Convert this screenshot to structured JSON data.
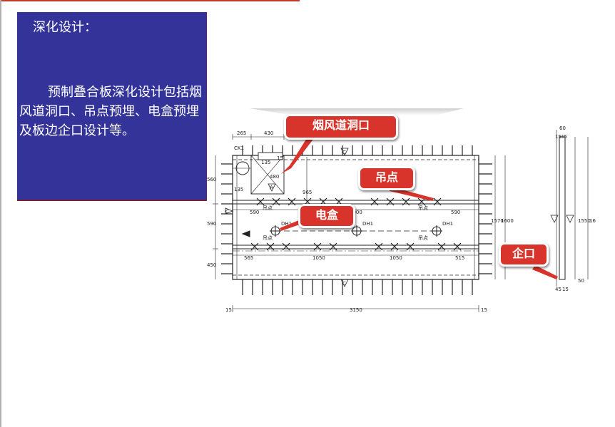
{
  "slide": {
    "heading": "深化设计：",
    "body": "预制叠合板深化设计包括烟风道洞口、吊点预埋、电盒预埋及板边企口设计等。"
  },
  "callouts": {
    "flue_opening": "烟风道洞口",
    "lifting_point": "吊点",
    "electrical_box": "电盒",
    "edge_notch": "企口"
  },
  "drawing": {
    "top_dims": [
      "265",
      "430"
    ],
    "opening_id": "CK1",
    "opening_dims": [
      "135",
      "15",
      "480",
      "135"
    ],
    "dim_965": "965",
    "dims_left": [
      "560",
      "590",
      "450"
    ],
    "row1_dims": [
      "590",
      "2000",
      "590"
    ],
    "row1_labels": [
      "吊点",
      "吊点"
    ],
    "box_tags": [
      "DH1",
      "DH1",
      "DH1"
    ],
    "row2_labels": [
      "吊点",
      "吊点"
    ],
    "row2_dims": [
      "565",
      "1050",
      "1050",
      "515"
    ],
    "right_dims": [
      "1570",
      "1600"
    ],
    "bottom_dims": [
      "15",
      "3150",
      "15"
    ],
    "side_top_dims": [
      "60",
      "15",
      "45"
    ],
    "side_dims": [
      "1550",
      "1600"
    ],
    "side_bottom_dims": [
      "45",
      "15"
    ],
    "side_right_dim": "50",
    "marker_letter": "C",
    "marker_A": "A"
  },
  "colors": {
    "panel_bg": "#33339a",
    "callout_bg": "#d9342b",
    "top_rule": "#c0392b"
  }
}
